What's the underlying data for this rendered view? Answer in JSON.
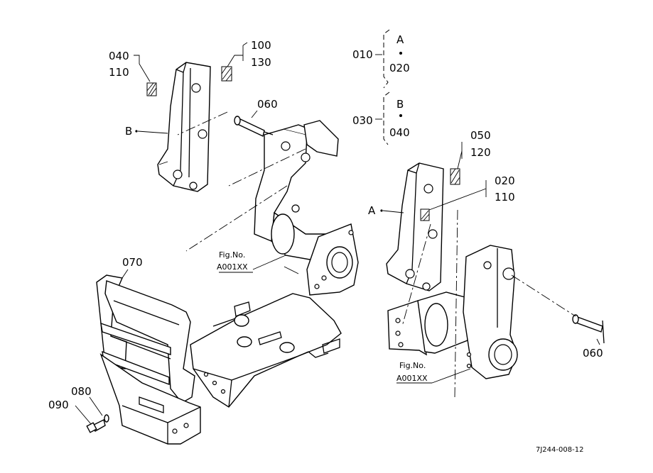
{
  "labels": {
    "l040": "040",
    "l110a": "110",
    "l100": "100",
    "l130": "130",
    "l060a": "060",
    "lB": "B",
    "l010": "010",
    "lA_top": "A",
    "l020a": "020",
    "l030": "030",
    "lB_top": "B",
    "l040b": "040",
    "l050": "050",
    "l120": "120",
    "l020b": "020",
    "l110b": "110",
    "lA": "A",
    "l070": "070",
    "l060b": "060",
    "l080": "080",
    "l090": "090"
  },
  "fig_refs": {
    "left_title": "Fig.No.",
    "left_code": "A001XX",
    "right_title": "Fig.No.",
    "right_code": "A001XX"
  },
  "drawing_code": "7J244-008-12"
}
